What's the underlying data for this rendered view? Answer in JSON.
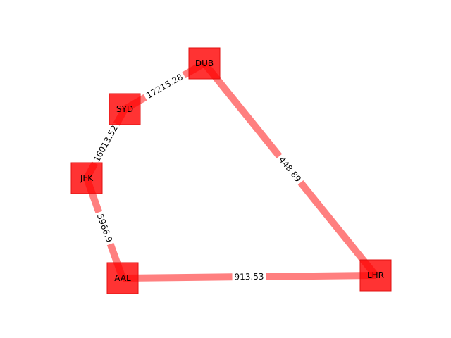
{
  "nodes": [
    {
      "id": "DUB",
      "label": "DUB"
    },
    {
      "id": "SYD",
      "label": "SYD"
    },
    {
      "id": "JFK",
      "label": "JFK"
    },
    {
      "id": "AAL",
      "label": "AAL"
    },
    {
      "id": "LHR",
      "label": "LHR"
    }
  ],
  "edges": [
    {
      "source": "DUB",
      "target": "LHR",
      "label": "448.89"
    },
    {
      "source": "AAL",
      "target": "LHR",
      "label": "913.53"
    },
    {
      "source": "JFK",
      "target": "AAL",
      "label": "5966.9"
    },
    {
      "source": "SYD",
      "target": "JFK",
      "label": "16013.52"
    },
    {
      "source": "DUB",
      "target": "SYD",
      "label": "17215.28"
    }
  ],
  "colors": {
    "node_fill": "#ff0000",
    "edge_stroke": "#ff0000",
    "text": "#000000",
    "background": "#ffffff"
  }
}
